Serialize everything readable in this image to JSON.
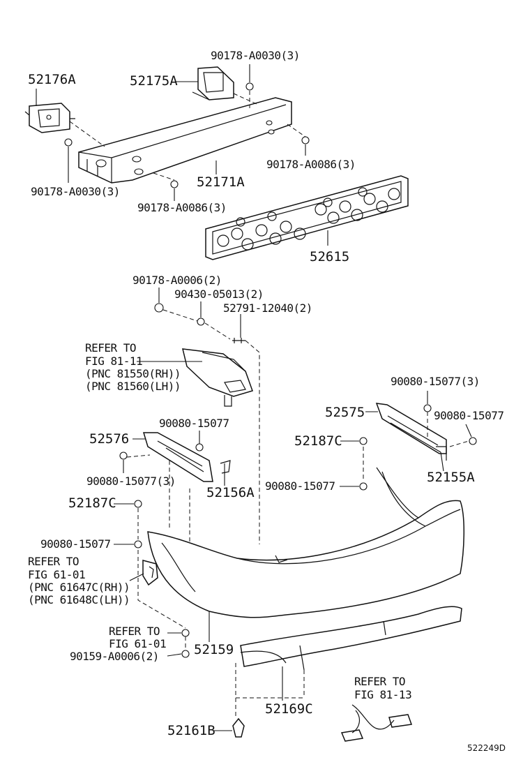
{
  "diagram": {
    "parts": {
      "p52176A": "52176A",
      "p52175A": "52175A",
      "p52171A": "52171A",
      "p52615": "52615",
      "p52576": "52576",
      "p52156A": "52156A",
      "p52575": "52575",
      "p52155A": "52155A",
      "p52187C_left": "52187C",
      "p52187C_right": "52187C",
      "p52159": "52159",
      "p52169C": "52169C",
      "p52161B": "52161B",
      "p52791": "52791-12040(2)"
    },
    "fasteners": {
      "f90178_A0030_top": "90178-A0030(3)",
      "f90178_A0030_left": "90178-A0030(3)",
      "f90178_A0086_right": "90178-A0086(3)",
      "f90178_A0086_mid": "90178-A0086(3)",
      "f90178_A0006": "90178-A0006(2)",
      "f90430": "90430-05013(2)",
      "f90080_right_top": "90080-15077(3)",
      "f90080_right_side": "90080-15077",
      "f90080_mid_top": "90080-15077",
      "f90080_mid_bottom": "90080-15077(3)",
      "f90080_right_center": "90080-15077",
      "f90080_left": "90080-15077",
      "f90159": "90159-A0006(2)"
    },
    "references": {
      "ref_lamp": [
        "REFER TO",
        "FIG 81-11",
        "(PNC 81550(RH))",
        "(PNC 81560(LH))"
      ],
      "ref_reflector": [
        "REFER TO",
        "FIG 61-01",
        "(PNC 61647C(RH))",
        "(PNC 61648C(LH))"
      ],
      "ref_clip": [
        "REFER TO",
        "FIG 61-01"
      ],
      "ref_sensor": [
        "REFER TO",
        "FIG 81-13"
      ]
    },
    "figure_id": "522249D"
  }
}
